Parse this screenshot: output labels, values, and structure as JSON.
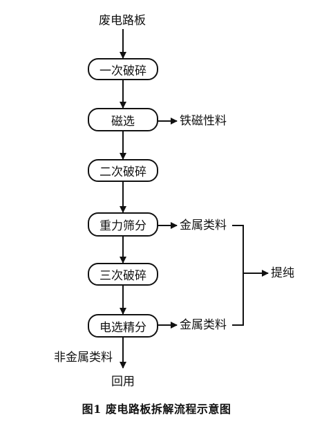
{
  "diagram": {
    "input_label": "废电路板",
    "steps": [
      {
        "label": "一次破碎"
      },
      {
        "label": "磁选",
        "output": "铁磁性料"
      },
      {
        "label": "二次破碎"
      },
      {
        "label": "重力筛分",
        "output": "金属类料"
      },
      {
        "label": "三次破碎"
      },
      {
        "label": "电选精分",
        "output": "金属类料"
      }
    ],
    "merge_label": "提纯",
    "residue_label": "非金属类料",
    "final_label": "回用"
  },
  "caption": "图1 废电路板拆解流程示意图"
}
